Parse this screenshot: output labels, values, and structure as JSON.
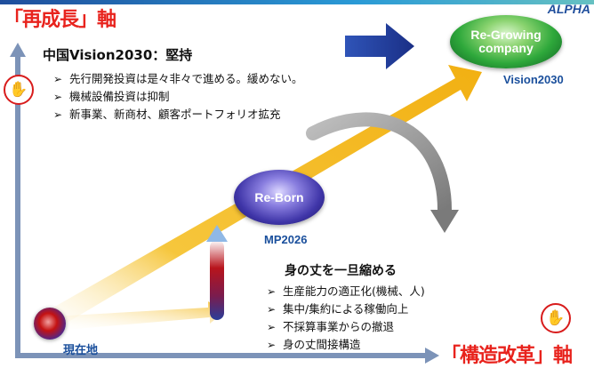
{
  "brand": "ALPHA",
  "title_vertical": "「再成長」軸",
  "title_horizontal": "「構造改革」軸",
  "section_growth": {
    "heading": "中国Vision2030：堅持",
    "bullets": [
      "先行開発投資は是々非々で進める。緩めない。",
      "機械設備投資は抑制",
      "新事業、新商材、顧客ポートフォリオ拡充"
    ]
  },
  "section_reform": {
    "heading": "身の丈を一旦縮める",
    "bullets": [
      "生産能力の適正化(機械、人)",
      "集中/集約による稼働向上",
      "不採算事業からの撤退",
      "身の丈間接構造"
    ]
  },
  "milestones": {
    "goal_oval": "Re-Growing company",
    "goal_label": "Vision2030",
    "mid_oval": "Re-Born",
    "mid_label": "MP2026",
    "start_label": "現在地"
  },
  "colors": {
    "accent_red": "#e8231d",
    "label_blue": "#1a4f9c",
    "path_yellow": "#f3b61c",
    "axis_blue": "#7c93b8"
  },
  "icons": [
    "hand-stamp-icon",
    "hand-stamp-icon"
  ]
}
